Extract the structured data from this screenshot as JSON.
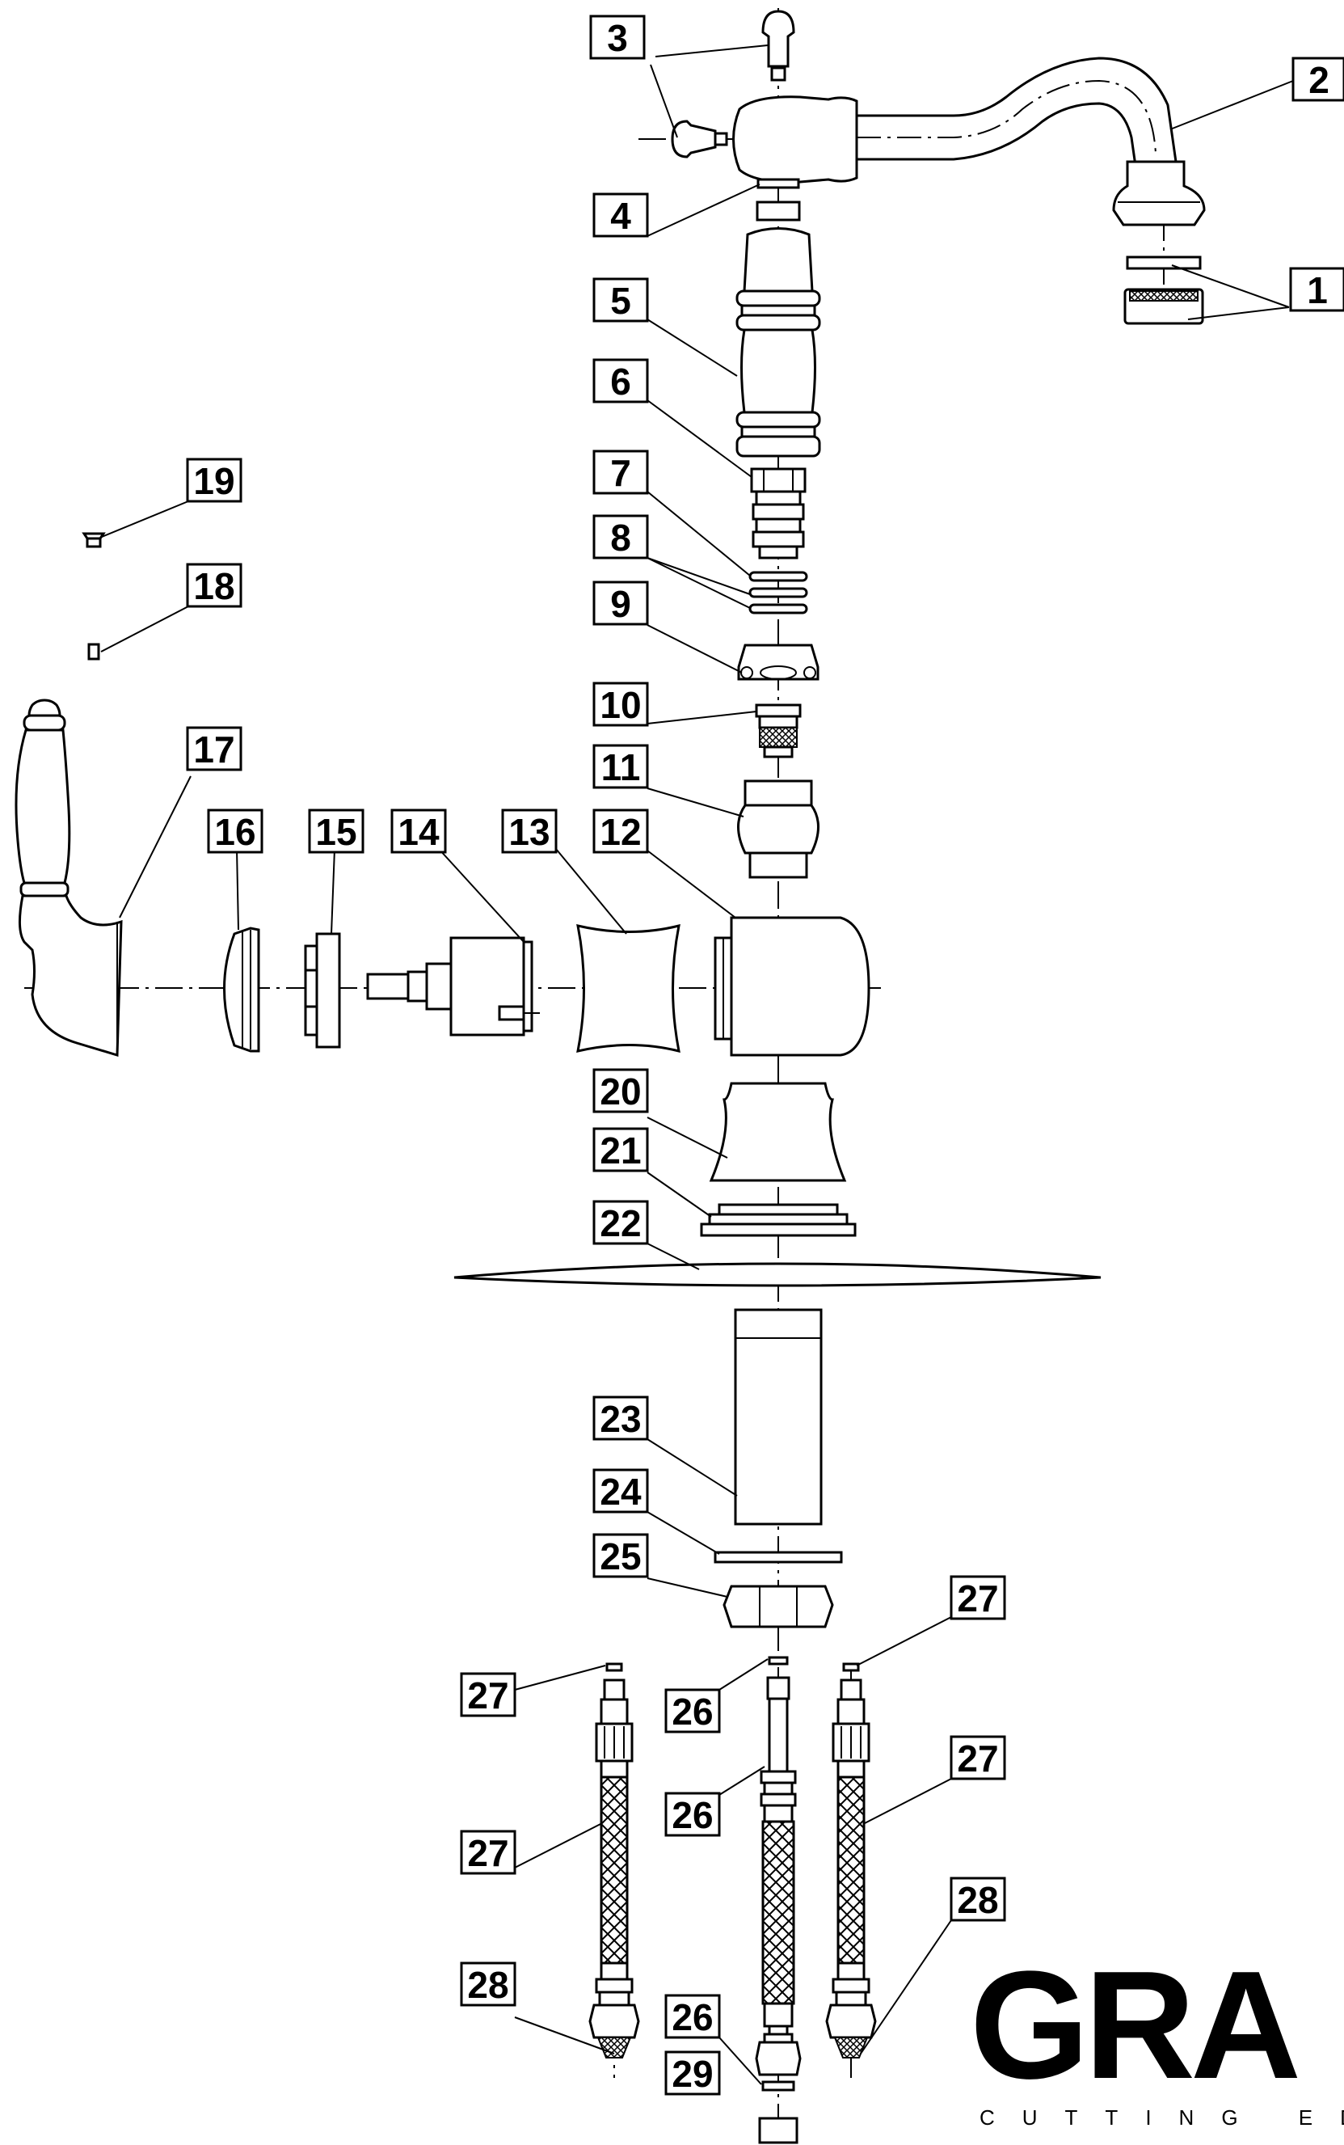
{
  "brand": {
    "logo_text": "GRA",
    "tagline": "CUTTING EDGE"
  },
  "callouts": [
    {
      "id": "c1",
      "label": "1"
    },
    {
      "id": "c2",
      "label": "2"
    },
    {
      "id": "c3",
      "label": "3"
    },
    {
      "id": "c4",
      "label": "4"
    },
    {
      "id": "c5",
      "label": "5"
    },
    {
      "id": "c6",
      "label": "6"
    },
    {
      "id": "c7",
      "label": "7"
    },
    {
      "id": "c8",
      "label": "8"
    },
    {
      "id": "c9",
      "label": "9"
    },
    {
      "id": "c10",
      "label": "10"
    },
    {
      "id": "c11",
      "label": "11"
    },
    {
      "id": "c12",
      "label": "12"
    },
    {
      "id": "c13",
      "label": "13"
    },
    {
      "id": "c14",
      "label": "14"
    },
    {
      "id": "c15",
      "label": "15"
    },
    {
      "id": "c16",
      "label": "16"
    },
    {
      "id": "c17",
      "label": "17"
    },
    {
      "id": "c18",
      "label": "18"
    },
    {
      "id": "c19",
      "label": "19"
    },
    {
      "id": "c20",
      "label": "20"
    },
    {
      "id": "c21",
      "label": "21"
    },
    {
      "id": "c22",
      "label": "22"
    },
    {
      "id": "c23",
      "label": "23"
    },
    {
      "id": "c24",
      "label": "24"
    },
    {
      "id": "c25",
      "label": "25"
    },
    {
      "id": "c26a",
      "label": "26"
    },
    {
      "id": "c26b",
      "label": "26"
    },
    {
      "id": "c26c",
      "label": "26"
    },
    {
      "id": "c27a",
      "label": "27"
    },
    {
      "id": "c27b",
      "label": "27"
    },
    {
      "id": "c27c",
      "label": "27"
    },
    {
      "id": "c27d",
      "label": "27"
    },
    {
      "id": "c28a",
      "label": "28"
    },
    {
      "id": "c28b",
      "label": "28"
    },
    {
      "id": "c29",
      "label": "29"
    }
  ]
}
